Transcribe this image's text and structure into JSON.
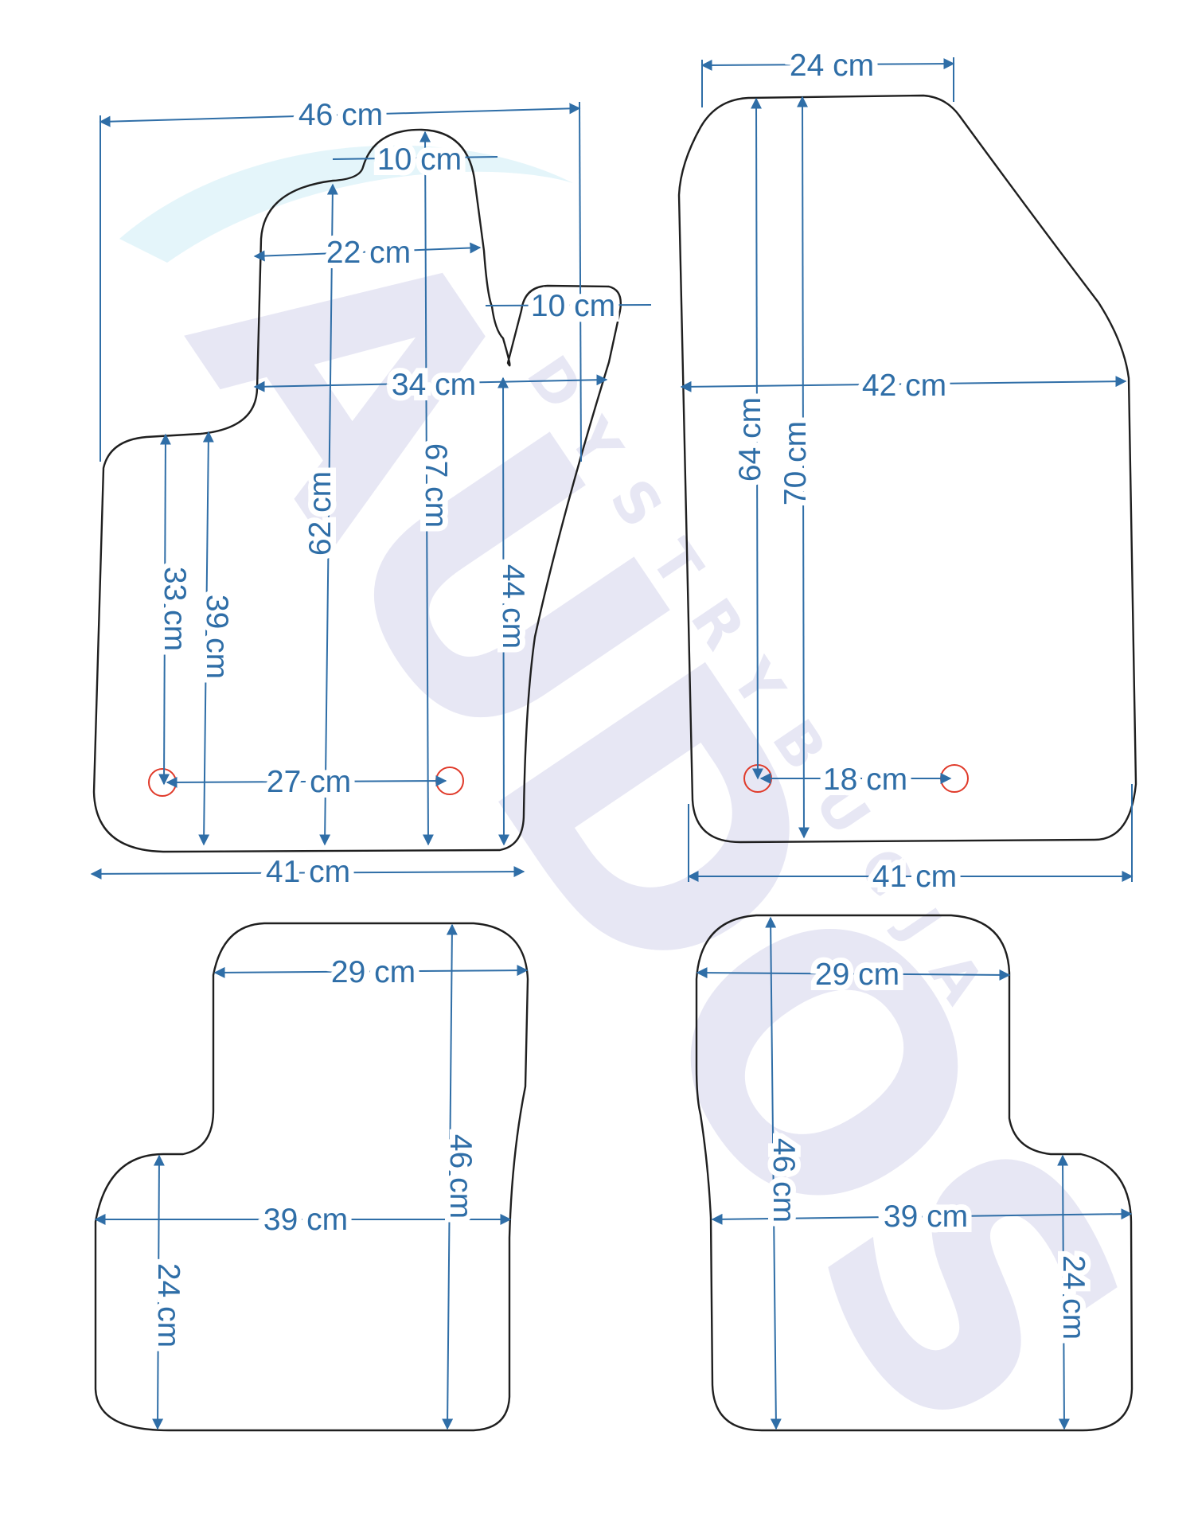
{
  "colors": {
    "dimension": "#2f6ea7",
    "outline": "#1f1f1f",
    "hole": "#e03a2a",
    "watermark": "#d4d4ec",
    "watermark_cyan": "#cfeef6"
  },
  "watermark": {
    "brand": "AUDOS",
    "tagline": "DYSTRYBUCJA"
  },
  "mats": {
    "driver": {
      "dims": [
        "46 cm",
        "10 cm",
        "22 cm",
        "10 cm",
        "34 cm",
        "33 cm",
        "39 cm",
        "62 cm",
        "67 cm",
        "44 cm",
        "27 cm",
        "41 cm"
      ]
    },
    "passenger": {
      "dims": [
        "24 cm",
        "42 cm",
        "64 cm",
        "70 cm",
        "18 cm",
        "41 cm"
      ]
    },
    "rear_left": {
      "dims": [
        "29 cm",
        "39 cm",
        "46 cm",
        "24 cm"
      ]
    },
    "rear_right": {
      "dims": [
        "29 cm",
        "39 cm",
        "46 cm",
        "24 cm"
      ]
    }
  }
}
